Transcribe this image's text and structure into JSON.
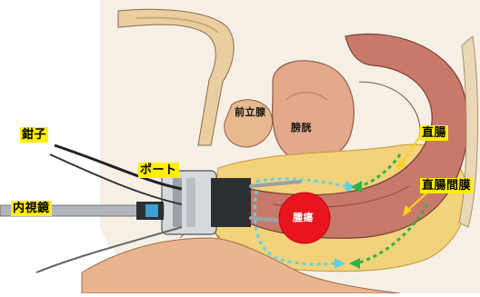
{
  "labels": {
    "forceps": "鉗子",
    "port": "ポート",
    "endoscope": "内視鏡",
    "prostate": "前立腺",
    "bladder": "膀胱",
    "rectum": "直腸",
    "mesorectum": "直腸間膜",
    "tumor": "腫瘍"
  },
  "colors": {
    "label_highlight": "#ffef00",
    "tumor": "#e8141e",
    "arrow_cyan": "#5fd3e0",
    "arrow_green": "#2db34a",
    "rectum_wall": "#c77a6a",
    "bladder": "#e2a98a",
    "fat": "#f2d27a",
    "skin": "#e9b48e",
    "instrument": "#2c2f33"
  }
}
